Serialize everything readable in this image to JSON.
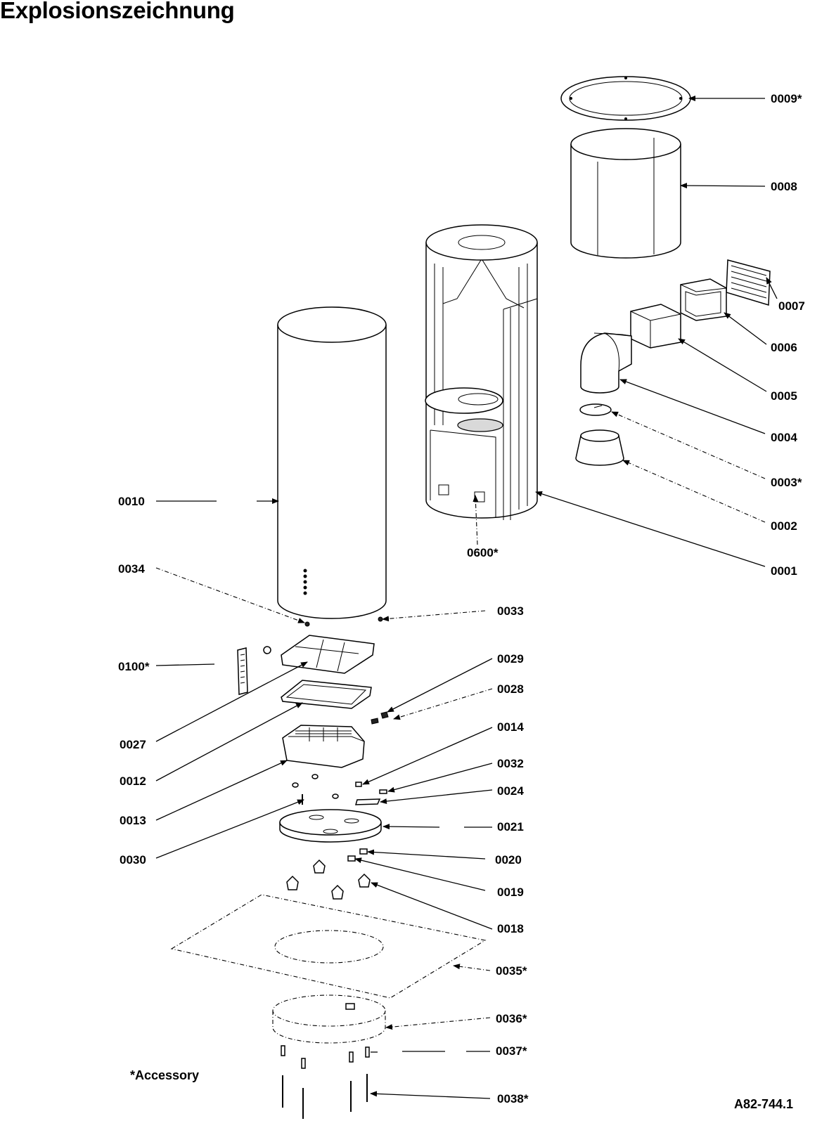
{
  "title": "Explosionszeichnung",
  "note": "*Accessory",
  "drawing_number": "A82-744.1",
  "parts": [
    {
      "id": "0009",
      "label": "0009*"
    },
    {
      "id": "0008",
      "label": "0008"
    },
    {
      "id": "0007",
      "label": "0007"
    },
    {
      "id": "0006",
      "label": "0006"
    },
    {
      "id": "0005",
      "label": "0005"
    },
    {
      "id": "0004",
      "label": "0004"
    },
    {
      "id": "0003",
      "label": "0003*"
    },
    {
      "id": "0002",
      "label": "0002"
    },
    {
      "id": "0001",
      "label": "0001"
    },
    {
      "id": "0010",
      "label": "0010"
    },
    {
      "id": "0600",
      "label": "0600*"
    },
    {
      "id": "0034",
      "label": "0034"
    },
    {
      "id": "0033",
      "label": "0033"
    },
    {
      "id": "0100",
      "label": "0100*"
    },
    {
      "id": "0029",
      "label": "0029"
    },
    {
      "id": "0028",
      "label": "0028"
    },
    {
      "id": "0027",
      "label": "0027"
    },
    {
      "id": "0014",
      "label": "0014"
    },
    {
      "id": "0012",
      "label": "0012"
    },
    {
      "id": "0032",
      "label": "0032"
    },
    {
      "id": "0024",
      "label": "0024"
    },
    {
      "id": "0013",
      "label": "0013"
    },
    {
      "id": "0021",
      "label": "0021"
    },
    {
      "id": "0030",
      "label": "0030"
    },
    {
      "id": "0020",
      "label": "0020"
    },
    {
      "id": "0019",
      "label": "0019"
    },
    {
      "id": "0018",
      "label": "0018"
    },
    {
      "id": "0035",
      "label": "0035*"
    },
    {
      "id": "0036",
      "label": "0036*"
    },
    {
      "id": "0037",
      "label": "0037*"
    },
    {
      "id": "0038",
      "label": "0038*"
    }
  ]
}
